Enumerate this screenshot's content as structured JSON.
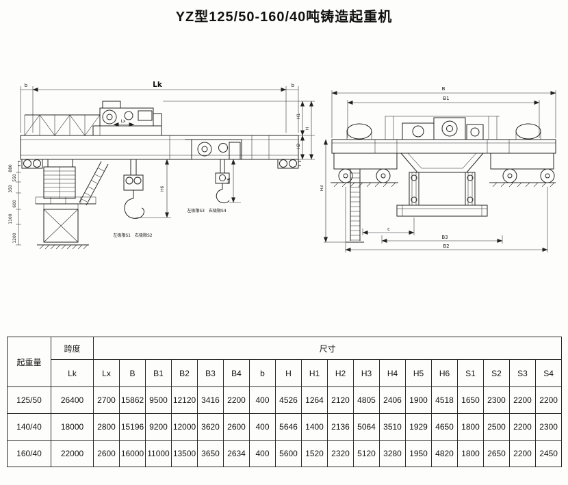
{
  "title": "YZ型125/50-160/40吨铸造起重机",
  "front_view": {
    "labels": {
      "lk": "Lk",
      "b_left": "b",
      "b_right": "b",
      "lx": "Lx",
      "h1": "H1",
      "h": "H",
      "h2": "H2",
      "h6_main": "H6",
      "h6_aux": "H6",
      "dim_880": "880",
      "dim_550": "550",
      "dim_350": "350",
      "dim_600": "600",
      "dim_1100": "1100",
      "dim_1200": "1200",
      "aux_hook_limits": "左极限S3　右极限S4",
      "main_hook_limits": "左极限S1　右极限S2"
    }
  },
  "end_view": {
    "labels": {
      "b": "B",
      "b1": "B1",
      "b2": "B2",
      "b3": "B3",
      "c": "c",
      "h3": "H3"
    }
  },
  "table": {
    "headers": {
      "lifting_capacity": "起重量",
      "span": "跨度",
      "span_sub": "Lk",
      "dimensions": "尺寸",
      "dim_cols": [
        "Lx",
        "B",
        "B1",
        "B2",
        "B3",
        "B4",
        "b",
        "H",
        "H1",
        "H2",
        "H3",
        "H4",
        "H5",
        "H6",
        "S1",
        "S2",
        "S3",
        "S4"
      ]
    },
    "rows": [
      {
        "capacity": "125/50",
        "span": "26400",
        "dims": [
          "2700",
          "15862",
          "9500",
          "12120",
          "3416",
          "2200",
          "400",
          "4526",
          "1264",
          "2120",
          "4805",
          "2406",
          "1900",
          "4518",
          "1650",
          "2300",
          "2200",
          "2200"
        ]
      },
      {
        "capacity": "140/40",
        "span": "18000",
        "dims": [
          "2800",
          "15196",
          "9200",
          "12000",
          "3620",
          "2600",
          "400",
          "5646",
          "1400",
          "2136",
          "5064",
          "3510",
          "1929",
          "4650",
          "1800",
          "2500",
          "2200",
          "2300"
        ]
      },
      {
        "capacity": "160/40",
        "span": "22000",
        "dims": [
          "2600",
          "16000",
          "11000",
          "13500",
          "3650",
          "2634",
          "400",
          "5600",
          "1520",
          "2320",
          "5120",
          "3280",
          "1950",
          "4820",
          "1800",
          "2650",
          "2200",
          "2450"
        ]
      }
    ]
  }
}
